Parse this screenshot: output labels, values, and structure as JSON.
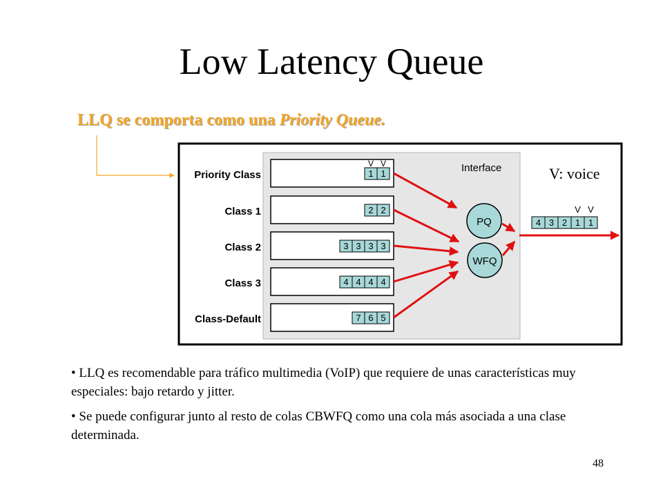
{
  "slide": {
    "title": "Low Latency Queue",
    "subtitle_part1": "LLQ se comporta como una ",
    "subtitle_part2": "Priority Queue.",
    "page_number": "48"
  },
  "diagram": {
    "interface_label": "Interface",
    "voice_legend": "V: voice",
    "classes": [
      {
        "label": "Priority Class",
        "packets": [
          "1",
          "1"
        ],
        "marks": [
          "V",
          "V"
        ]
      },
      {
        "label": "Class 1",
        "packets": [
          "2",
          "2"
        ],
        "marks": []
      },
      {
        "label": "Class 2",
        "packets": [
          "3",
          "3",
          "3",
          "3"
        ],
        "marks": []
      },
      {
        "label": "Class 3",
        "packets": [
          "4",
          "4",
          "4",
          "4"
        ],
        "marks": []
      },
      {
        "label": "Class-Default",
        "packets": [
          "7",
          "6",
          "5"
        ],
        "marks": []
      }
    ],
    "schedulers": [
      {
        "label": "PQ"
      },
      {
        "label": "WFQ"
      }
    ],
    "output_packets": [
      "4",
      "3",
      "2",
      "1",
      "1"
    ],
    "output_marks": [
      "V",
      "V"
    ],
    "colors": {
      "arrow": "#e01010",
      "packet_fill": "#a8d8d8",
      "scheduler_fill": "#a8d8d8",
      "interface_fill": "#e6e6e6",
      "callout_line": "#f5a623"
    }
  },
  "bullets": [
    "LLQ es recomendable para tráfico multimedia (VoIP) que requiere de unas características muy especiales: bajo retardo y jitter.",
    "Se puede configurar junto al resto de colas CBWFQ como una cola más asociada a una clase determinada."
  ]
}
